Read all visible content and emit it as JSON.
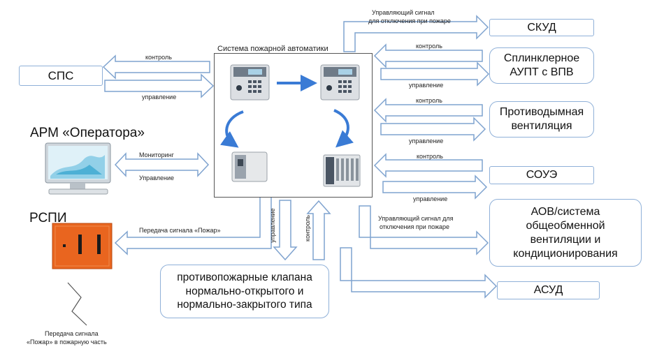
{
  "system_title": "Система пожарной автоматики",
  "devices": [
    {
      "name": "panel-top-left"
    },
    {
      "name": "panel-top-right"
    },
    {
      "name": "power-unit-bottom-left"
    },
    {
      "name": "module-bottom-right"
    }
  ],
  "left": {
    "sps": {
      "label": "СПС",
      "arrow_in": "контроль",
      "arrow_out": "управление"
    },
    "arm": {
      "title": "АРМ «Оператора»",
      "arrow_top": "Мониторинг",
      "arrow_bottom": "Управление"
    },
    "rspi": {
      "title": "РСПИ",
      "arrow_label": "Передача сигнала «Пожар»",
      "footer_line1": "Передача сигнала",
      "footer_line2": "«Пожар» в пожарную часть"
    }
  },
  "bottom": {
    "valves_label_line1": "противопожарные клапана",
    "valves_label_line2": "нормально-открытого и",
    "valves_label_line3": "нормально-закрытого типа",
    "arrow_down": "управление",
    "arrow_up": "контроль"
  },
  "right": {
    "skud": {
      "label": "СКУД",
      "signal_line1": "Управляющий сигнал",
      "signal_line2": "для отключения при пожаре"
    },
    "aupt": {
      "label_line1": "Сплинклерное",
      "label_line2": "АУПТ с ВПВ",
      "arrow_in": "контроль",
      "arrow_out": "управление"
    },
    "smoke": {
      "label_line1": "Противодымная",
      "label_line2": "вентиляция",
      "arrow_in": "контроль",
      "arrow_out": "управление"
    },
    "soue": {
      "label": "СОУЭ",
      "arrow_in": "контроль",
      "arrow_out": "управление"
    },
    "aov": {
      "label_line1": "АОВ/система",
      "label_line2": "общеобменной",
      "label_line3": "вентиляции и",
      "label_line4": "кондиционирования",
      "signal_line1": "Управляющий сигнал  для",
      "signal_line2": "отключения при пожаре"
    },
    "asud": {
      "label": "АСУД"
    }
  },
  "colors": {
    "box_border": "#8fb0d8",
    "arrow_stroke": "#7fa3cf",
    "flow_arrow": "#3a7bd5",
    "rspi_fill": "#e9651f"
  }
}
